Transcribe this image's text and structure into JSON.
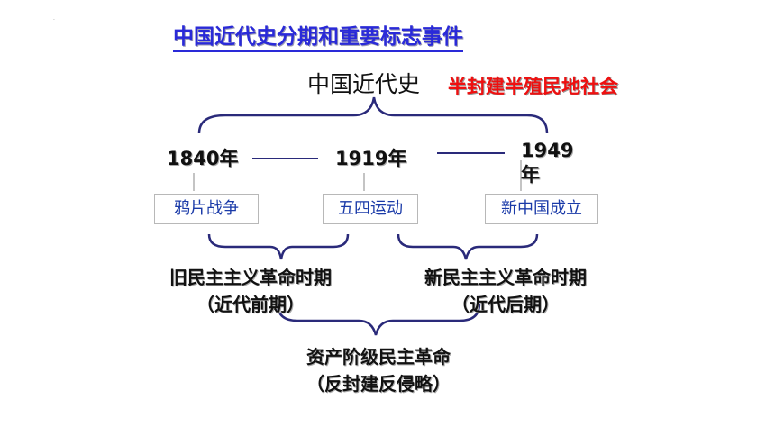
{
  "title": "中国近代史分期和重要标志事件",
  "subject": "中国近代史",
  "nature": "半封建半殖民地社会",
  "years": {
    "y1840": "1840年",
    "y1919": "1919年",
    "y1949_line1": "1949",
    "y1949_line2": "年"
  },
  "events": [
    "鸦片战争",
    "五四运动",
    "新中国成立"
  ],
  "periods": {
    "old_name": "旧民主主义革命时期",
    "old_sub": "（近代前期）",
    "new_name": "新民主主义革命时期",
    "new_sub": "（近代后期）"
  },
  "revolution": {
    "name": "资产阶级民主革命",
    "goal": "（反封建反侵略）"
  },
  "colors": {
    "title": "#2a2ad8",
    "nature": "#ee1010",
    "brace": "#2a2a7a",
    "event_text": "#1a3aa8"
  }
}
